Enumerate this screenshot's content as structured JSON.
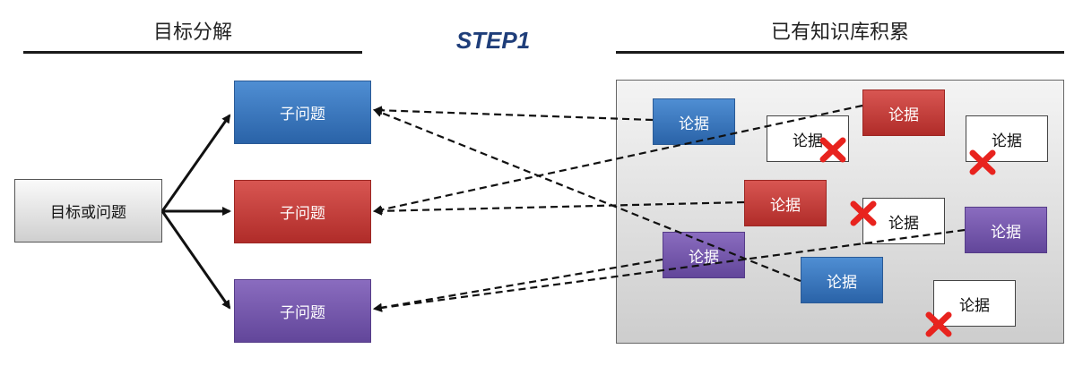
{
  "header_left": "目标分解",
  "header_center": "STEP1",
  "header_right": "已有知识库积累",
  "goal": "目标或问题",
  "subproblems": [
    "子问题",
    "子问题",
    "子问题"
  ],
  "evidence": {
    "label": "论据",
    "items": [
      {
        "color": "blue",
        "rejected": false
      },
      {
        "color": "white",
        "rejected": true
      },
      {
        "color": "red",
        "rejected": false
      },
      {
        "color": "white",
        "rejected": true
      },
      {
        "color": "red",
        "rejected": false
      },
      {
        "color": "white",
        "rejected": true
      },
      {
        "color": "purple",
        "rejected": false
      },
      {
        "color": "purple",
        "rejected": false
      },
      {
        "color": "blue",
        "rejected": false
      },
      {
        "color": "white",
        "rejected": true
      }
    ]
  },
  "colors": {
    "blue": "#3a78c2",
    "red": "#c0403c",
    "purple": "#7358a9",
    "reject_mark": "#e8231e"
  }
}
